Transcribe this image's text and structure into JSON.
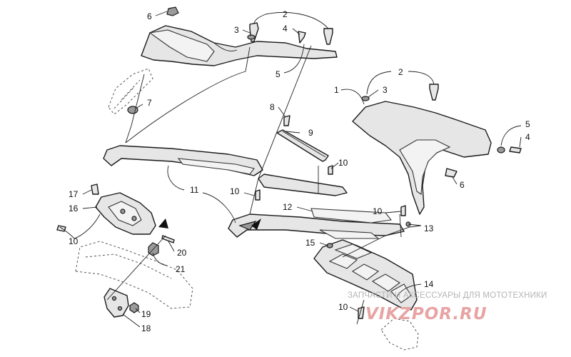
{
  "callouts": {
    "c1": "1",
    "c2a": "2",
    "c2b": "2",
    "c3a": "3",
    "c3b": "3",
    "c4a": "4",
    "c4b": "4",
    "c5a": "5",
    "c5b": "5",
    "c6a": "6",
    "c6b": "6",
    "c7": "7",
    "c8": "8",
    "c9": "9",
    "c10a": "10",
    "c10b": "10",
    "c10c": "10",
    "c10d": "10",
    "c10e": "10",
    "c11": "11",
    "c12": "12",
    "c13": "13",
    "c14": "14",
    "c15": "15",
    "c16": "16",
    "c17": "17",
    "c18": "18",
    "c19": "19",
    "c20": "20",
    "c21": "21"
  },
  "watermark": {
    "tagline": "ЗАПЧАСТИ И АКСЕССУАРЫ ДЛЯ МОТОТЕХНИКИ",
    "logo": "VIKZPOR.RU"
  },
  "colors": {
    "line": "#1a1a1a",
    "watermark_logo": "#e8a3a3",
    "watermark_text": "#b4b4b4"
  }
}
